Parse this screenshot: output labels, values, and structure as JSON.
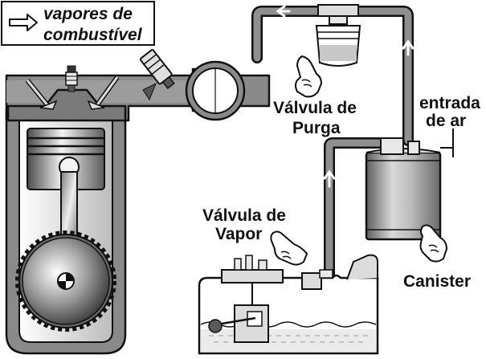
{
  "legend": {
    "arrow_icon": "arrow-right-outline-icon",
    "line1": "vapores de",
    "line2": "combustível"
  },
  "labels": {
    "purge_valve_1": "Válvula de",
    "purge_valve_2": "Purga",
    "air_inlet_1": "entrada",
    "air_inlet_2": "de ar",
    "vapor_valve_1": "Válvula de",
    "vapor_valve_2": "Vapor",
    "canister": "Canister"
  },
  "colors": {
    "hose": "#8f8f8f",
    "outline": "#111111",
    "metal_light": "#e8e8e8",
    "metal_dark": "#3a3a3a"
  }
}
